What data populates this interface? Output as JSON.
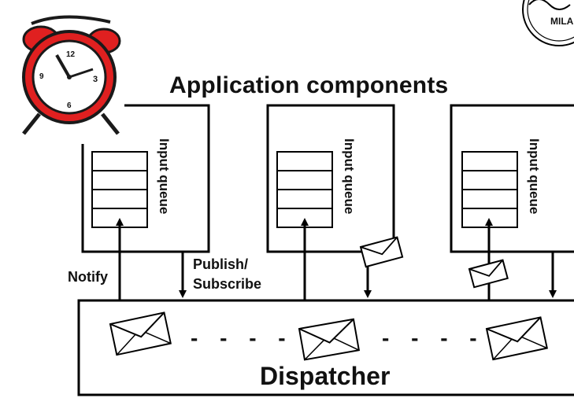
{
  "title": "Application components",
  "queue_label": "Input queue",
  "notify_label": "Notify",
  "publish_label": "Publish/",
  "subscribe_label": "Subscribe",
  "dispatcher_label": "Dispatcher",
  "dots": "- - - -",
  "seal_text": "MILA",
  "colors": {
    "clock_red": "#e02020",
    "clock_dark": "#1a1a1a",
    "line": "#000000",
    "envelope_fill": "#ffffff"
  },
  "icons": [
    "alarm-clock-icon",
    "envelope-icon",
    "university-seal-icon"
  ]
}
